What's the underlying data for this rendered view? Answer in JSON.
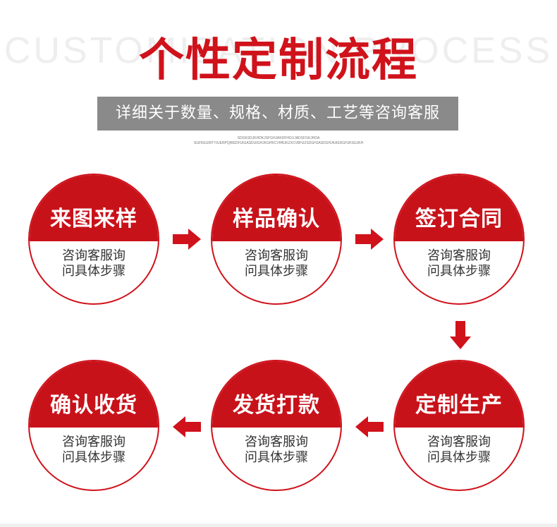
{
  "header": {
    "bg_word": "CUSTOMIZATION PROCESS",
    "title": "个性定制流程",
    "subtitle": "详细关于数量、规格、材质、工艺等咨询客服",
    "tiny_line1": "SDGKSDJKHDKJSFGHJAKDFHGVJADSFGKJHDA",
    "tiny_line2": "SGFKEUIRTYIUERPQWEDFUIGASDUIGHJKGHKCVHBJKZXCVBHJZSDGHJASDGHJKASDGHJKSGJKH"
  },
  "steps": [
    {
      "title": "来图来样",
      "desc_line1": "咨询客服询",
      "desc_line2": "问具体步骤"
    },
    {
      "title": "样品确认",
      "desc_line1": "咨询客服询",
      "desc_line2": "问具体步骤"
    },
    {
      "title": "签订合同",
      "desc_line1": "咨询客服询",
      "desc_line2": "问具体步骤"
    },
    {
      "title": "定制生产",
      "desc_line1": "咨询客服询",
      "desc_line2": "问具体步骤"
    },
    {
      "title": "发货打款",
      "desc_line1": "咨询客服询",
      "desc_line2": "问具体步骤"
    },
    {
      "title": "确认收货",
      "desc_line1": "咨询客服询",
      "desc_line2": "问具体步骤"
    }
  ],
  "colors": {
    "brand_red": "#d0121b",
    "subtitle_bg": "#8a8a8a"
  }
}
